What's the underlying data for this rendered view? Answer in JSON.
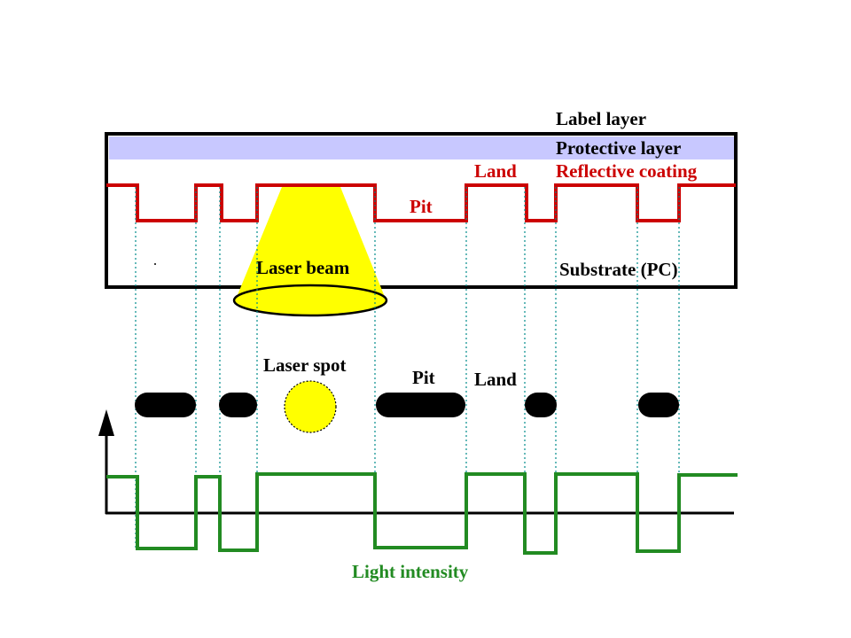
{
  "labels": {
    "label_layer": "Label layer",
    "protective_layer": "Protective layer",
    "land_top": "Land",
    "reflective_coating": "Reflective coating",
    "pit_top": "Pit",
    "laser_beam": "Laser beam",
    "substrate": "Substrate (PC)",
    "laser_spot": "Laser spot",
    "pit_mid": "Pit",
    "land_mid": "Land",
    "light_intensity": "Light intensity"
  },
  "colors": {
    "frame": "#000000",
    "protective_layer": "#c8c8ff",
    "reflective": "#cc0000",
    "laser": "#ffff00",
    "guides": "#008b8b",
    "signal": "#228b22",
    "pits": "#000000",
    "text": "#000000"
  }
}
